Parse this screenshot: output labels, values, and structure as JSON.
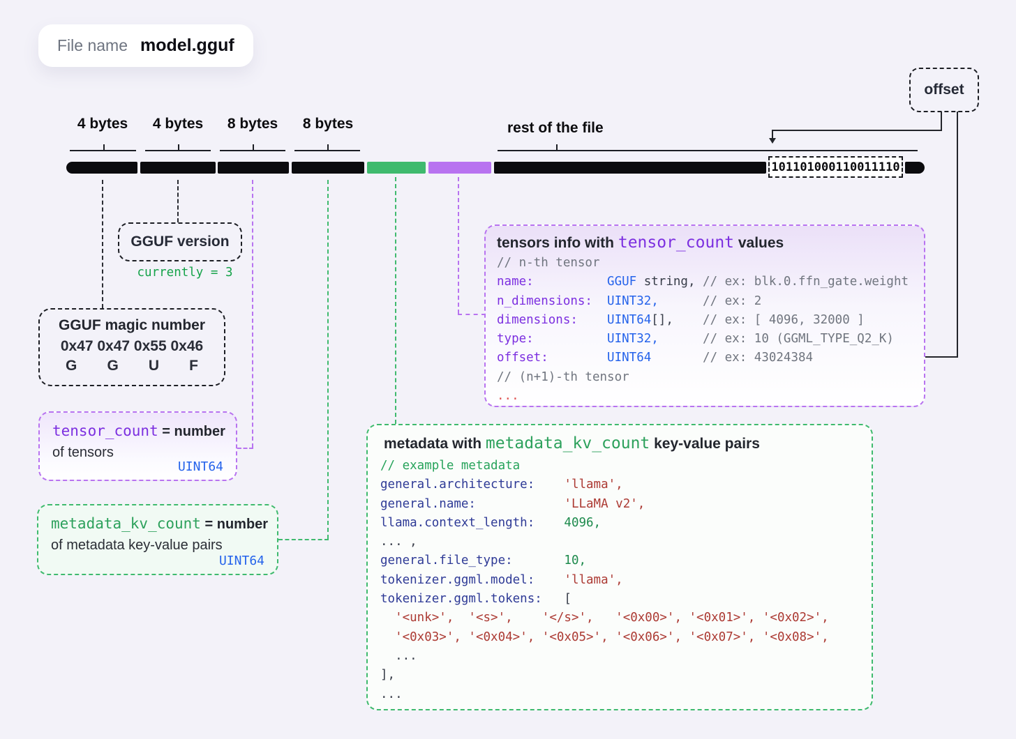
{
  "file_chip": {
    "label": "File name",
    "value": "model.gguf"
  },
  "byte_labels": [
    "4 bytes",
    "4 bytes",
    "8 bytes",
    "8 bytes"
  ],
  "rest_label": "rest of the file",
  "binary": "101101000110011110",
  "offset_box": {
    "label": "offset"
  },
  "version_box": {
    "title": "GGUF version",
    "note": "currently = 3"
  },
  "magic_box": {
    "title": "GGUF magic number",
    "hex": "0x47 0x47 0x55 0x46",
    "letters": [
      "G",
      "G",
      "U",
      "F"
    ]
  },
  "tensor_count_box": {
    "line1": [
      {
        "t": "tensor_count",
        "c": "kp"
      },
      {
        "t": " = number",
        "c": "b"
      }
    ],
    "line2": "of tensors",
    "type": "UINT64"
  },
  "metadata_kv_box": {
    "line1": [
      {
        "t": "metadata_kv_count",
        "c": "kg"
      },
      {
        "t": " = number",
        "c": "b"
      }
    ],
    "line2": "of metadata key-value pairs",
    "type": "UINT64"
  },
  "tensors_box": {
    "title": [
      {
        "t": "tensors info with ",
        "c": "b"
      },
      {
        "t": "tensor_count",
        "c": "kp"
      },
      {
        "t": " values",
        "c": "b"
      }
    ],
    "code": [
      [
        {
          "t": "// n-th tensor",
          "c": "co"
        }
      ],
      [
        {
          "t": "name:          ",
          "c": "kp"
        },
        {
          "t": "GGUF",
          "c": "ty"
        },
        {
          "t": " string, ",
          "c": "pl"
        },
        {
          "t": "// ex: blk.0.ffn_gate.weight",
          "c": "co"
        }
      ],
      [
        {
          "t": "n_dimensions:  ",
          "c": "kp"
        },
        {
          "t": "UINT32,",
          "c": "ty"
        },
        {
          "t": "      ",
          "c": "pl"
        },
        {
          "t": "// ex: 2",
          "c": "co"
        }
      ],
      [
        {
          "t": "dimensions:    ",
          "c": "kp"
        },
        {
          "t": "UINT64",
          "c": "ty"
        },
        {
          "t": "[],    ",
          "c": "pl"
        },
        {
          "t": "// ex: [ 4096, 32000 ]",
          "c": "co"
        }
      ],
      [
        {
          "t": "type:          ",
          "c": "kp"
        },
        {
          "t": "UINT32,",
          "c": "ty"
        },
        {
          "t": "      ",
          "c": "pl"
        },
        {
          "t": "// ex: 10 (GGML_TYPE_Q2_K)",
          "c": "co"
        }
      ],
      [
        {
          "t": "offset:        ",
          "c": "kp"
        },
        {
          "t": "UINT64",
          "c": "ty"
        },
        {
          "t": "       ",
          "c": "pl"
        },
        {
          "t": "// ex: 43024384",
          "c": "co"
        }
      ],
      [
        {
          "t": "// (n+1)-th tensor",
          "c": "co"
        }
      ],
      [
        {
          "t": "...",
          "c": "rd"
        }
      ]
    ]
  },
  "metadata_box": {
    "title": [
      {
        "t": "metadata with ",
        "c": "b"
      },
      {
        "t": "metadata_kv_count",
        "c": "kg"
      },
      {
        "t": " key-value pairs",
        "c": "b"
      }
    ],
    "code": [
      [
        {
          "t": "// example metadata",
          "c": "cg"
        }
      ],
      [
        {
          "t": "general.architecture:    ",
          "c": "kn"
        },
        {
          "t": "'llama',",
          "c": "st"
        }
      ],
      [
        {
          "t": "general.name:            ",
          "c": "kn"
        },
        {
          "t": "'LLaMA v2',",
          "c": "st"
        }
      ],
      [
        {
          "t": "llama.context_length:    ",
          "c": "kn"
        },
        {
          "t": "4096,",
          "c": "nu"
        }
      ],
      [
        {
          "t": "... ,",
          "c": "pl"
        }
      ],
      [
        {
          "t": "general.file_type:       ",
          "c": "kn"
        },
        {
          "t": "10,",
          "c": "nu"
        }
      ],
      [
        {
          "t": "tokenizer.ggml.model:    ",
          "c": "kn"
        },
        {
          "t": "'llama',",
          "c": "st"
        }
      ],
      [
        {
          "t": "tokenizer.ggml.tokens:   ",
          "c": "kn"
        },
        {
          "t": "[",
          "c": "pl"
        }
      ],
      [
        {
          "t": "  ",
          "c": "pl"
        },
        {
          "t": "'<unk>',  '<s>',    '</s>',   '<0x00>', '<0x01>', '<0x02>',",
          "c": "st"
        }
      ],
      [
        {
          "t": "  ",
          "c": "pl"
        },
        {
          "t": "'<0x03>', '<0x04>', '<0x05>', '<0x06>', '<0x07>', '<0x08>',",
          "c": "st"
        }
      ],
      [
        {
          "t": "  ...",
          "c": "pl"
        }
      ],
      [
        {
          "t": "],",
          "c": "pl"
        }
      ],
      [
        {
          "t": "...",
          "c": "pl"
        }
      ]
    ]
  },
  "colors": {
    "background": "#f3f2f9",
    "bar_black": "#0b0b0e",
    "bar_green": "#3fba6e",
    "bar_purple": "#b873f0",
    "type_blue": "#2563eb",
    "key_purple": "#7c2fe0",
    "key_green": "#2da15c",
    "key_navy": "#2e3a96",
    "string_red": "#ac3a33",
    "number_green": "#1d8a4c",
    "comment_gray": "#70757f",
    "comment_green": "#27a35b",
    "note_green": "#16a34a"
  }
}
